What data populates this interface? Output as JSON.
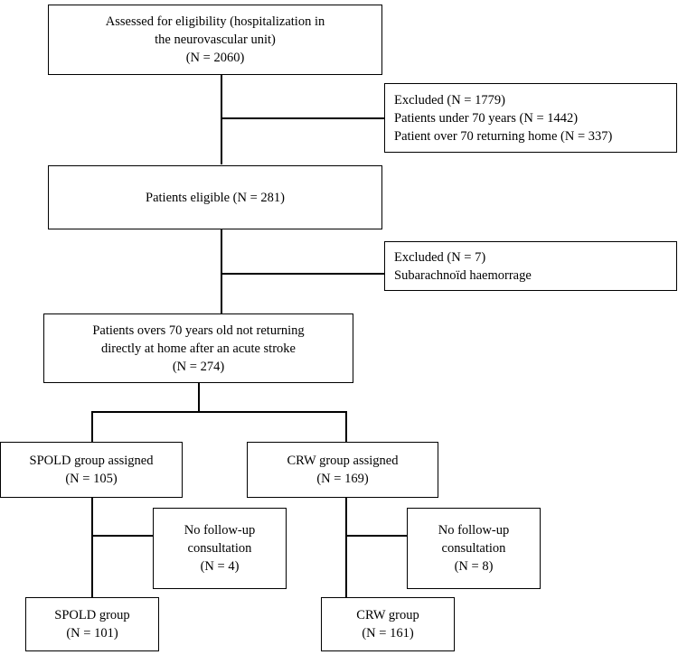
{
  "diagram": {
    "type": "flowchart",
    "title": "",
    "nodes": [
      {
        "id": "assessed",
        "align": "center",
        "lines": [
          "Assessed for eligibility (hospitalization in",
          "the neurovascular unit)",
          "(N = 2060)"
        ]
      },
      {
        "id": "excluded1",
        "align": "left",
        "lines": [
          "Excluded (N = 1779)",
          "Patients under 70 years (N = 1442)",
          "Patient over 70 returning home (N = 337)"
        ]
      },
      {
        "id": "eligible",
        "align": "center",
        "lines": [
          "Patients eligible (N = 281)"
        ]
      },
      {
        "id": "excluded2",
        "align": "left",
        "lines": [
          "Excluded (N = 7)",
          "Subarachnoïd haemorrage"
        ]
      },
      {
        "id": "over70",
        "align": "center",
        "lines": [
          "Patients overs 70 years old not returning",
          "directly at home after an acute stroke",
          "(N = 274)"
        ]
      },
      {
        "id": "spold-assigned",
        "align": "center",
        "lines": [
          "SPOLD group assigned",
          "(N = 105)"
        ]
      },
      {
        "id": "crw-assigned",
        "align": "center",
        "lines": [
          "CRW group assigned",
          "(N = 169)"
        ]
      },
      {
        "id": "spold-nofollow",
        "align": "center",
        "lines": [
          "No follow-up",
          "consultation",
          "(N = 4)"
        ]
      },
      {
        "id": "crw-nofollow",
        "align": "center",
        "lines": [
          "No follow-up",
          "consultation",
          "(N = 8)"
        ]
      },
      {
        "id": "spold-final",
        "align": "center",
        "lines": [
          "SPOLD group",
          "(N = 101)"
        ]
      },
      {
        "id": "crw-final",
        "align": "center",
        "lines": [
          "CRW group",
          "(N = 161)"
        ]
      }
    ]
  }
}
